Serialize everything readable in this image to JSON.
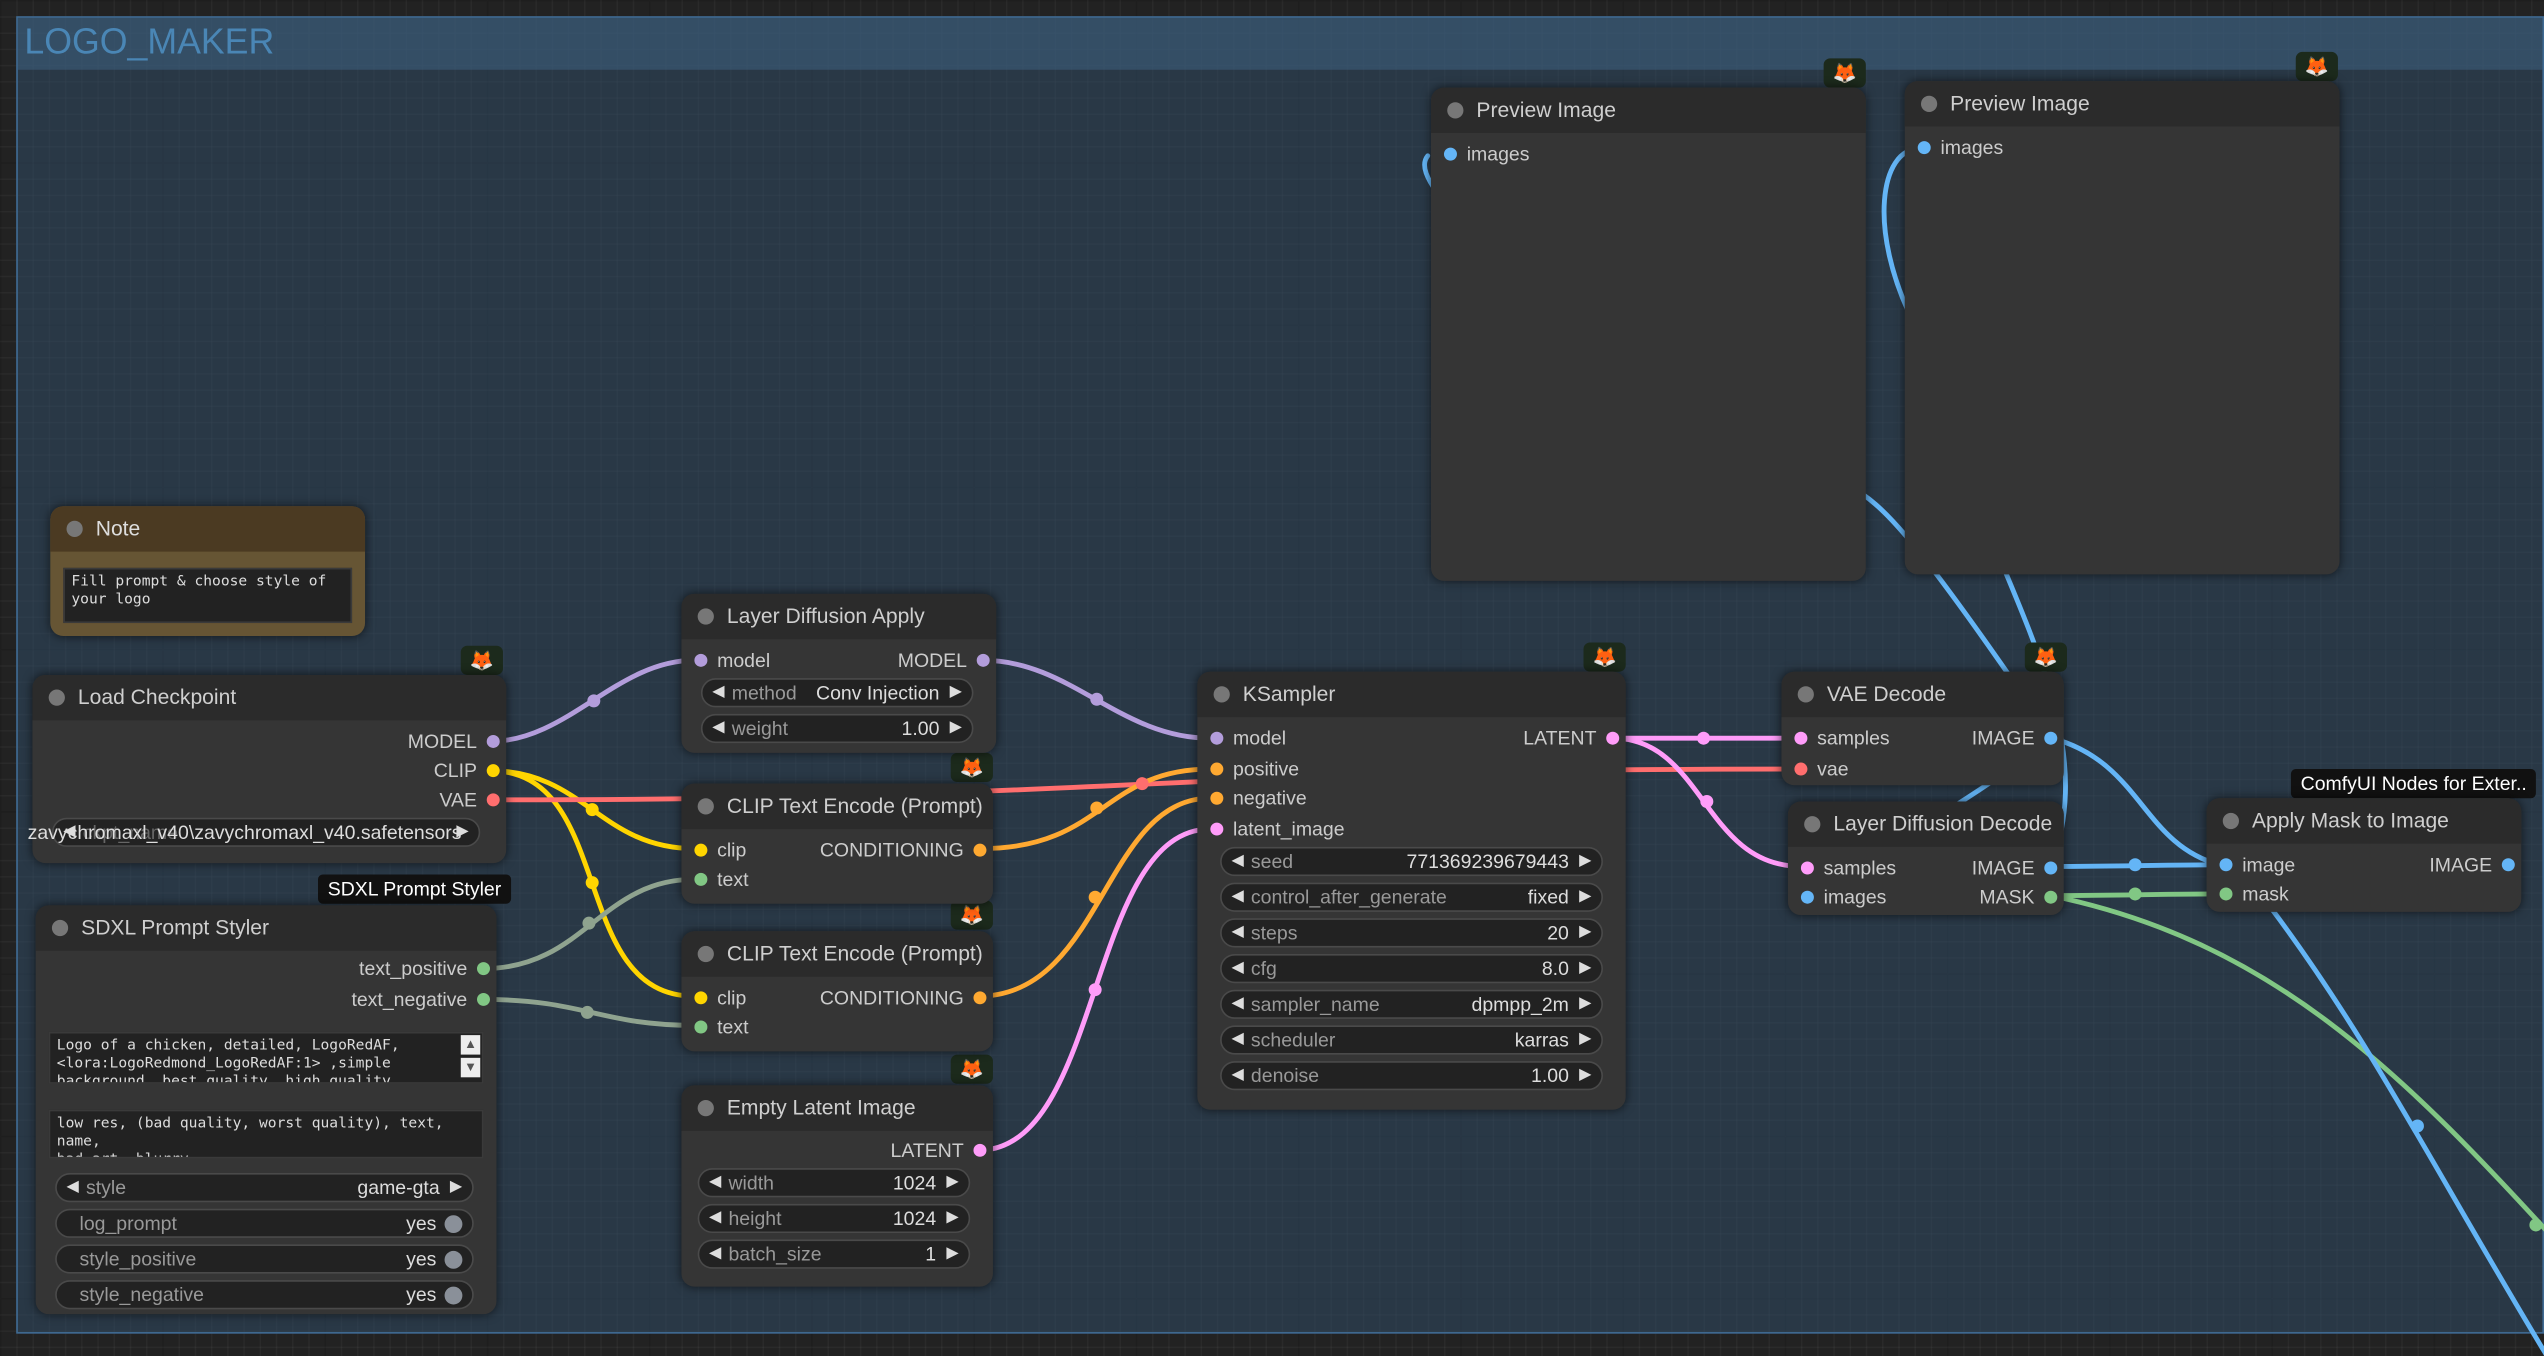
{
  "group": {
    "title": "LOGO_MAKER"
  },
  "colors": {
    "model": "#b39ddb",
    "clip": "#ffd500",
    "vae": "#ff6e6e",
    "conditioning": "#ffa931",
    "latent": "#ff9cf9",
    "image": "#64b5f6",
    "mask": "#81c784",
    "text": "#8fa38f"
  },
  "badge_icon": "fox-icon",
  "nodes": {
    "note": {
      "title": "Note",
      "text": "Fill prompt & choose style of\nyour logo"
    },
    "load_checkpoint": {
      "title": "Load Checkpoint",
      "outputs": [
        "MODEL",
        "CLIP",
        "VAE"
      ],
      "ckpt_label": "ckpt_name",
      "ckpt_value": "zavychromaxl_v40\\zavychromaxl_v40.safetensors"
    },
    "sdxl_styler": {
      "title": "SDXL Prompt Styler",
      "tooltip": "SDXL Prompt Styler",
      "outputs": [
        "text_positive",
        "text_negative"
      ],
      "positive_text": "Logo of a chicken, detailed, LogoRedAF,\n<lora:LogoRedmond_LogoRedAF:1> ,simple\nbackground, best quality, high quality, highres",
      "negative_text": "low res, (bad quality, worst quality), text, name,\nbad art, blurry",
      "style_label": "style",
      "style_value": "game-gta",
      "log_prompt_label": "log_prompt",
      "log_prompt_value": "yes",
      "style_positive_label": "style_positive",
      "style_positive_value": "yes",
      "style_negative_label": "style_negative",
      "style_negative_value": "yes"
    },
    "layer_diffusion_apply": {
      "title": "Layer Diffusion Apply",
      "input": "model",
      "output": "MODEL",
      "method_label": "method",
      "method_value": "Conv Injection",
      "weight_label": "weight",
      "weight_value": "1.00"
    },
    "clip_encode_1": {
      "title": "CLIP Text Encode (Prompt)",
      "inputs": [
        "clip",
        "text"
      ],
      "output": "CONDITIONING"
    },
    "clip_encode_2": {
      "title": "CLIP Text Encode (Prompt)",
      "inputs": [
        "clip",
        "text"
      ],
      "output": "CONDITIONING"
    },
    "empty_latent": {
      "title": "Empty Latent Image",
      "output": "LATENT",
      "width_label": "width",
      "width_value": "1024",
      "height_label": "height",
      "height_value": "1024",
      "batch_label": "batch_size",
      "batch_value": "1"
    },
    "ksampler": {
      "title": "KSampler",
      "inputs": [
        "model",
        "positive",
        "negative",
        "latent_image"
      ],
      "output": "LATENT",
      "widgets": [
        {
          "label": "seed",
          "value": "771369239679443"
        },
        {
          "label": "control_after_generate",
          "value": "fixed"
        },
        {
          "label": "steps",
          "value": "20"
        },
        {
          "label": "cfg",
          "value": "8.0"
        },
        {
          "label": "sampler_name",
          "value": "dpmpp_2m"
        },
        {
          "label": "scheduler",
          "value": "karras"
        },
        {
          "label": "denoise",
          "value": "1.00"
        }
      ]
    },
    "vae_decode": {
      "title": "VAE Decode",
      "inputs": [
        "samples",
        "vae"
      ],
      "output": "IMAGE"
    },
    "layer_diffusion_decode": {
      "title": "Layer Diffusion Decode",
      "inputs": [
        "samples",
        "images"
      ],
      "outputs": [
        "IMAGE",
        "MASK"
      ]
    },
    "apply_mask": {
      "title": "Apply Mask to Image",
      "tooltip": "ComfyUI Nodes for Exter..",
      "inputs": [
        "image",
        "mask"
      ],
      "output": "IMAGE"
    },
    "preview_1": {
      "title": "Preview Image",
      "input": "images"
    },
    "preview_2": {
      "title": "Preview Image",
      "input": "images"
    }
  }
}
